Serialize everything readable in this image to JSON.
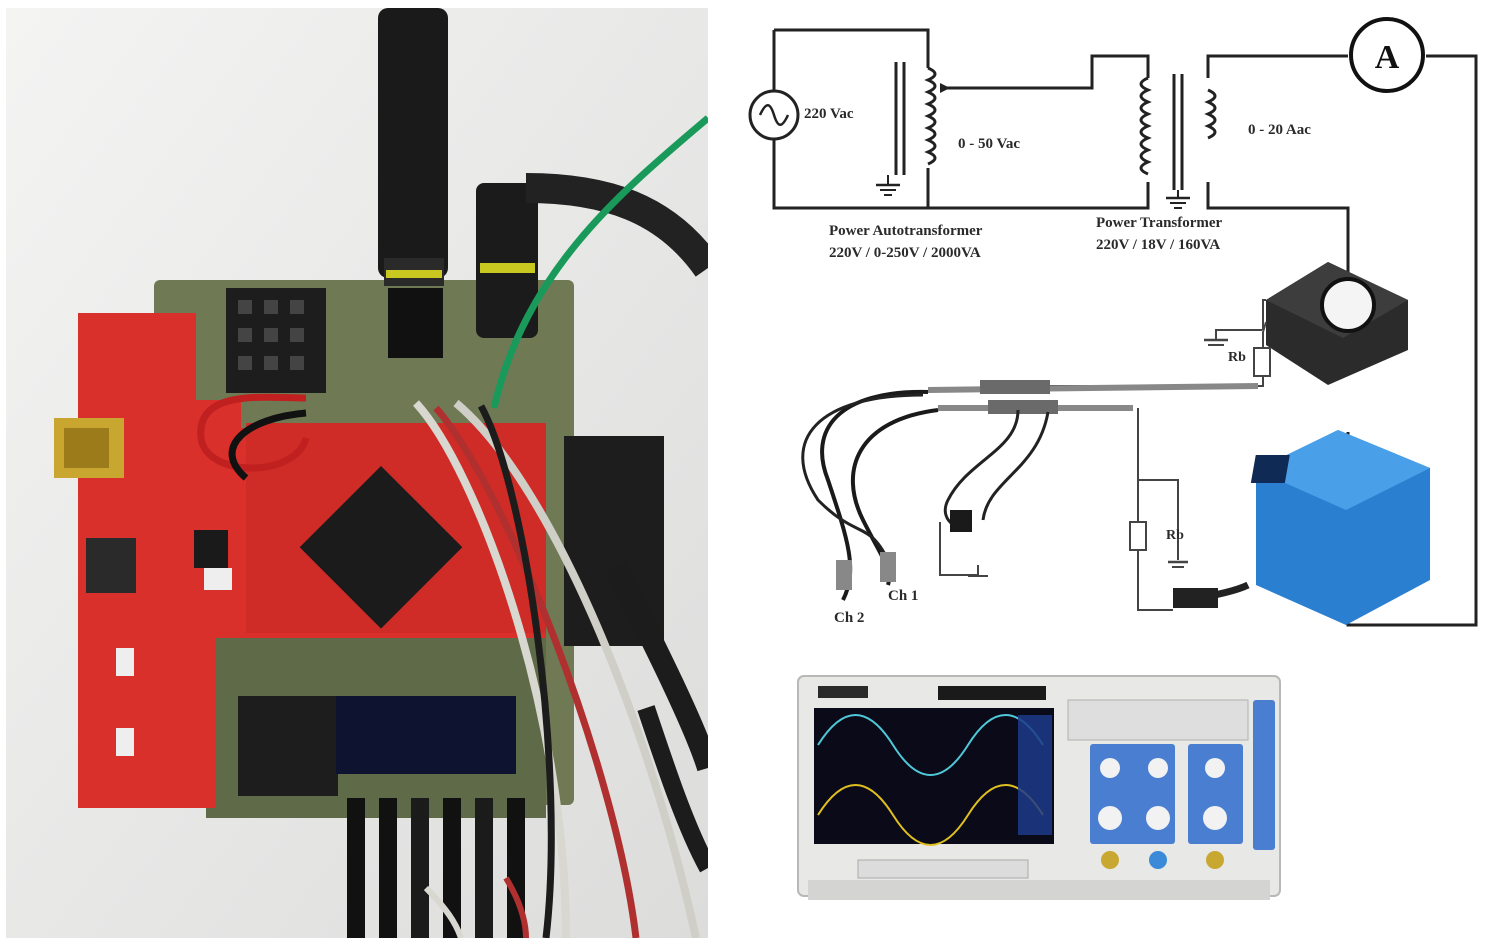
{
  "labels": {
    "source": "220 Vac",
    "auto_out": "0 - 50 Vac",
    "sec_out": "0 - 20 Aac",
    "ammeter": "A",
    "auto_name": "Power Autotransformer",
    "auto_rating": "220V / 0-250V / 2000VA",
    "xfmr_name": "Power Transformer",
    "xfmr_rating": "220V / 18V / 160VA",
    "rb_top": "Rb",
    "rb_bottom": "Rb",
    "ch1": "Ch 1",
    "ch2": "Ch 2"
  },
  "colors": {
    "pcb_red": "#d9302c",
    "sensor_blue": "#2a7fd0",
    "wire_green": "#1a9a5a",
    "scope_screen": "#0a0a18",
    "trace_cyan": "#4fc8d8",
    "trace_yellow": "#e0c020"
  }
}
